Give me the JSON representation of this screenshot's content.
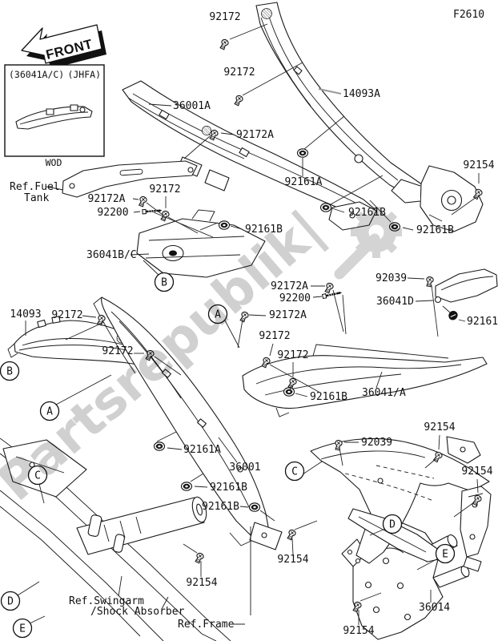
{
  "page": {
    "code": "F2610",
    "watermark": "Partsrepublik|",
    "front_label": "FRONT",
    "line_color": "#1a1a1a",
    "watermark_color": "#c3c3c3"
  },
  "inset": {
    "part_no": "(36041A/C)",
    "variant": "(JHFA)",
    "marking": "WOD"
  },
  "refs": {
    "fuel_tank": [
      "Ref.Fuel",
      "Tank"
    ],
    "swingarm": [
      "Ref.Swingarm",
      "/Shock Absorber"
    ],
    "frame": "Ref.Frame"
  },
  "callouts": [
    {
      "text": "92172"
    },
    {
      "text": "92172"
    },
    {
      "text": "36001A"
    },
    {
      "text": "14093A"
    },
    {
      "text": "92172A"
    },
    {
      "text": "92161A"
    },
    {
      "text": "92172A"
    },
    {
      "text": "92172"
    },
    {
      "text": "92200"
    },
    {
      "text": "36041B/C"
    },
    {
      "text": "92161B"
    },
    {
      "text": "92161B"
    },
    {
      "text": "92161B"
    },
    {
      "text": "92154"
    },
    {
      "text": "92039"
    },
    {
      "text": "36041D"
    },
    {
      "text": "92161"
    },
    {
      "text": "14093"
    },
    {
      "text": "92172"
    },
    {
      "text": "92172"
    },
    {
      "text": "92172A"
    },
    {
      "text": "92200"
    },
    {
      "text": "92172A"
    },
    {
      "text": "92172"
    },
    {
      "text": "92172"
    },
    {
      "text": "92161B"
    },
    {
      "text": "36041/A"
    },
    {
      "text": "92039"
    },
    {
      "text": "92154"
    },
    {
      "text": "92154"
    },
    {
      "text": "92161A"
    },
    {
      "text": "36001"
    },
    {
      "text": "92161B"
    },
    {
      "text": "92161B"
    },
    {
      "text": "92154"
    },
    {
      "text": "92154"
    },
    {
      "text": "92154"
    },
    {
      "text": "36014"
    }
  ],
  "markers": [
    {
      "label": "B"
    },
    {
      "label": "A"
    },
    {
      "label": "B"
    },
    {
      "label": "A"
    },
    {
      "label": "C"
    },
    {
      "label": "C"
    },
    {
      "label": "D"
    },
    {
      "label": "E"
    },
    {
      "label": "D"
    },
    {
      "label": "E"
    }
  ]
}
